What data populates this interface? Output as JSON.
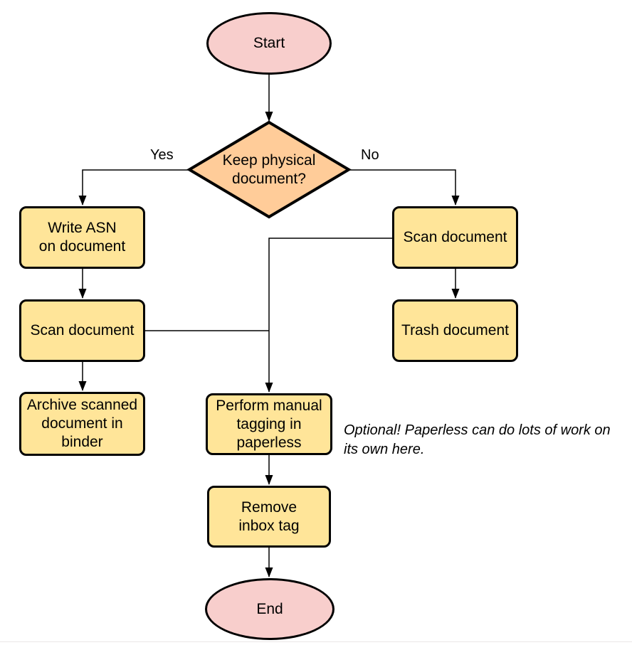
{
  "colors": {
    "terminal-fill": "#F8CECC",
    "decision-fill": "#FFCC99",
    "process-fill": "#FFE599",
    "stroke": "#000000",
    "text": "#000000",
    "connector": "#000000",
    "page-edge": "#EBE7E7"
  },
  "flowchart": {
    "start": {
      "label": "Start"
    },
    "decision": {
      "label": "Keep physical\ndocument?",
      "yes_label": "Yes",
      "no_label": "No"
    },
    "write_asn": {
      "label": "Write ASN\non document"
    },
    "scan_left": {
      "label": "Scan document"
    },
    "archive": {
      "label": "Archive scanned\ndocument in\nbinder"
    },
    "scan_right": {
      "label": "Scan document"
    },
    "trash": {
      "label": "Trash document"
    },
    "perform_tagging": {
      "label": "Perform manual\ntagging in\npaperless"
    },
    "remove_inbox": {
      "label": "Remove\ninbox tag"
    },
    "end": {
      "label": "End"
    },
    "annotation": "Optional! Paperless can do lots of work on\nits own here."
  }
}
